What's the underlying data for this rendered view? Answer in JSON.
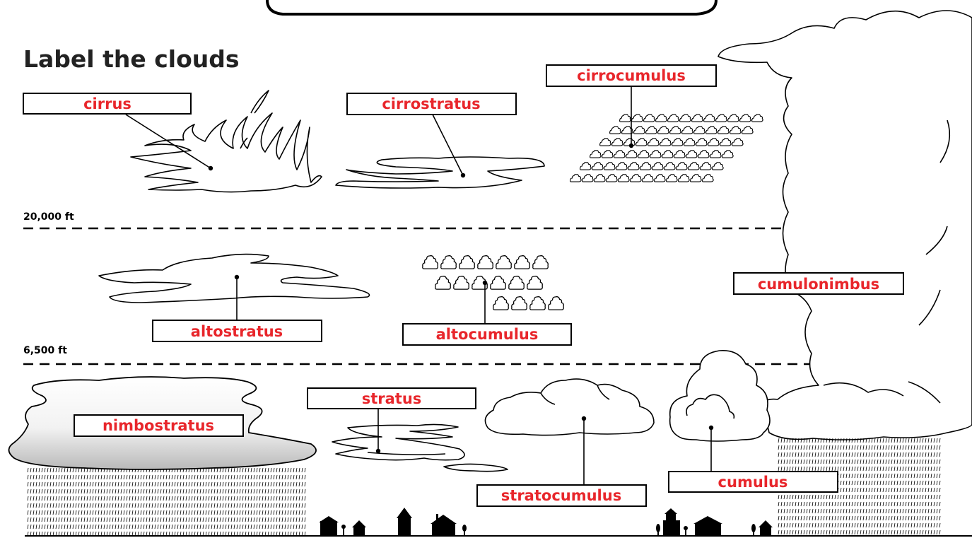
{
  "title": "Label the clouds",
  "altitudes": [
    "20,000 ft",
    "6,500 ft"
  ],
  "labels": {
    "cirrus": "cirrus",
    "cirrostratus": "cirrostratus",
    "cirrocumulus": "cirrocumulus",
    "altostratus": "altostratus",
    "altocumulus": "altocumulus",
    "cumulonimbus": "cumulonimbus",
    "nimbostratus": "nimbostratus",
    "stratus": "stratus",
    "stratocumulus": "stratocumulus",
    "cumulus": "cumulus"
  },
  "colors": {
    "label_text": "#e8262b",
    "ink": "#000000",
    "nimbo_fill_top": "#ffffff",
    "nimbo_fill_bottom": "#bdbdbd"
  }
}
